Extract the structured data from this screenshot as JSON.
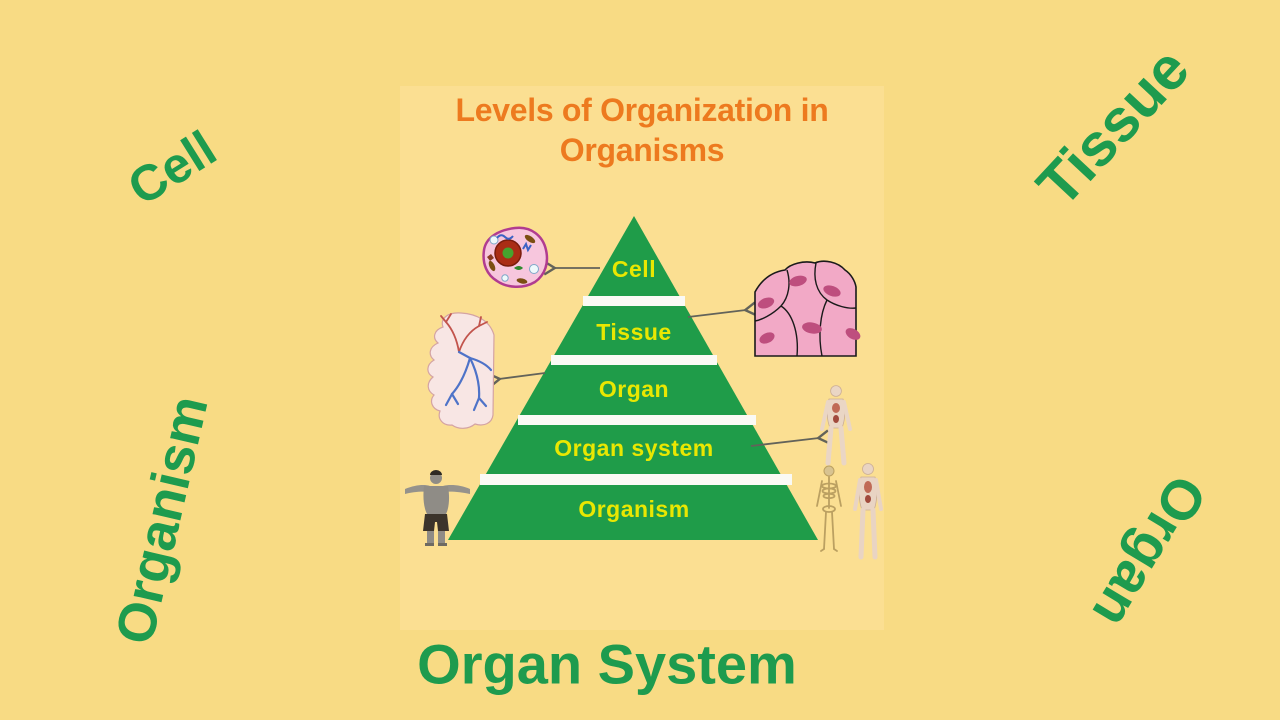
{
  "title": "Levels of Organization in Organisms",
  "pyramid": {
    "levels": [
      {
        "label": "Cell"
      },
      {
        "label": "Tissue"
      },
      {
        "label": "Organ"
      },
      {
        "label": "Organ system"
      },
      {
        "label": "Organism"
      }
    ]
  },
  "decorations": {
    "top_left": "Cell",
    "top_right": "Tissue",
    "left": "Organism",
    "right": "Organ",
    "bottom": "Organ System"
  },
  "illustrations": [
    {
      "icon": "animal-cell-illustration",
      "level": "Cell"
    },
    {
      "icon": "epithelial-tissue-illustration",
      "level": "Tissue"
    },
    {
      "icon": "lung-blood-vessels-illustration",
      "level": "Organ"
    },
    {
      "icon": "human-anatomy-figure-illustration",
      "level": "Organ system"
    },
    {
      "icon": "muscular-man-illustration",
      "level": "Organism"
    },
    {
      "icon": "skeleton-and-anatomy-figures-illustration",
      "level": "Organism"
    }
  ],
  "colors": {
    "background": "#F8DB84",
    "panel": "#FBDF92",
    "title_orange": "#ED7A1F",
    "pyramid_green": "#1F9C49",
    "level_label_yellow": "#E9E702",
    "decoration_green": "#1E9B4E",
    "divider_white": "#FAFAF5",
    "arrow_gray": "#63635A"
  }
}
